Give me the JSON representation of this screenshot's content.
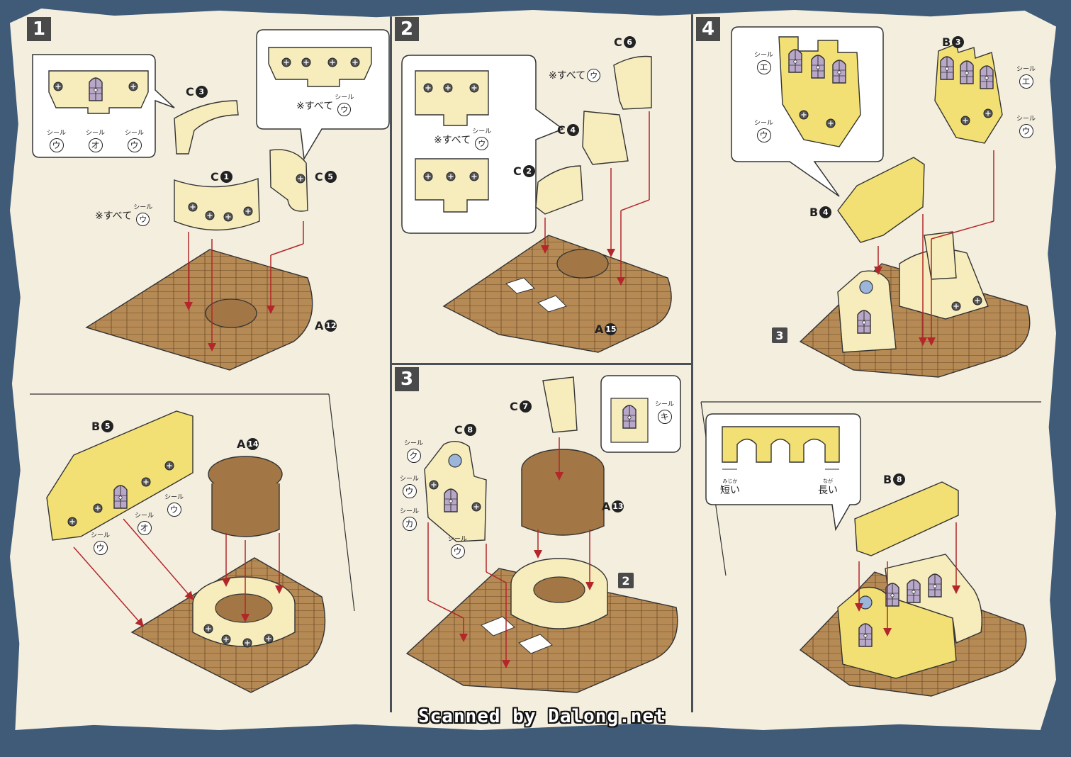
{
  "steps": {
    "s1": "1",
    "s2": "2",
    "s3": "3",
    "s4": "4"
  },
  "refs": {
    "ref2": "2",
    "ref3": "3"
  },
  "parts": {
    "c3_letter": "C",
    "c3_num": "3",
    "c1_letter": "C",
    "c1_num": "1",
    "c5_letter": "C",
    "c5_num": "5",
    "a12_letter": "A",
    "a12_num": "12",
    "b5_letter": "B",
    "b5_num": "5",
    "a14_letter": "A",
    "a14_num": "14",
    "c6_letter": "C",
    "c6_num": "6",
    "c4_letter": "C",
    "c4_num": "4",
    "c2_letter": "C",
    "c2_num": "2",
    "a15_letter": "A",
    "a15_num": "15",
    "c7_letter": "C",
    "c7_num": "7",
    "c8_letter": "C",
    "c8_num": "8",
    "a13_letter": "A",
    "a13_num": "13",
    "b3_letter": "B",
    "b3_num": "3",
    "b4_letter": "B",
    "b4_num": "4",
    "b8_letter": "B",
    "b8_num": "8"
  },
  "seal_word": "シール",
  "all_prefix": "※すべて",
  "marks": {
    "u": "ウ",
    "o": "オ",
    "ki": "キ",
    "ku": "ク",
    "ka": "カ",
    "e": "エ"
  },
  "length": {
    "short": "短い",
    "short_ruby": "みじか",
    "long": "長い",
    "long_ruby": "なが"
  },
  "watermark": "Scanned by Dalong.net"
}
